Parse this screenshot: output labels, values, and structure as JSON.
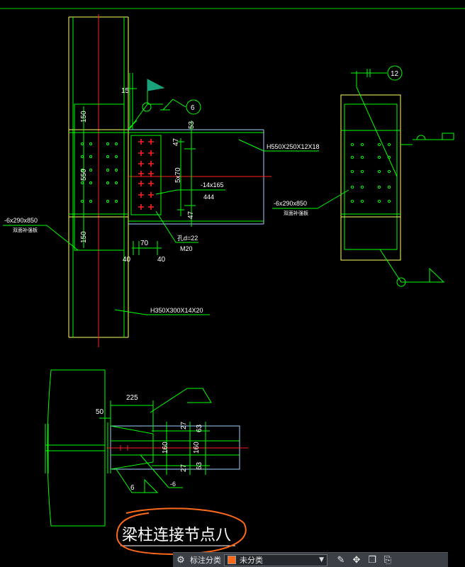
{
  "drawing": {
    "beam_label": "H550X250X12X18",
    "column_label": "H350X300X14X20",
    "plate_left_label": "-6x290x850",
    "plate_left_sub": "双面补强板",
    "plate_right_label": "-6x290x850",
    "plate_right_sub": "双面补强板",
    "shear_plate_label": "-14x165",
    "shear_plate_len": "444",
    "bolt_hole_label": "孔d=22",
    "bolt_label": "M20",
    "section_tag_1": "6",
    "section_tag_2": "12",
    "section_tag_3": "6",
    "plan_plate_label": "-6",
    "dims": {
      "d15": "15",
      "d53": "53",
      "d47a": "47",
      "d47b": "47",
      "d150a": "150",
      "d550": "550",
      "d150b": "150",
      "d5x70": "5x70",
      "d70": "70",
      "d40a": "40",
      "d40b": "40",
      "d225": "225",
      "d50": "50",
      "d27a": "27",
      "d63a": "63",
      "d160a": "160",
      "d160b": "160",
      "d27b": "27",
      "d63b": "63"
    },
    "title_note": "梁柱连接节点八",
    "colors": {
      "green": "#00ff00",
      "yellow": "#ffff66",
      "red": "#ff2020",
      "cyan": "#00c8c8",
      "orange": "#ff6a1a",
      "flag": "#1aa37a",
      "white": "#ffffff"
    }
  },
  "toolbar": {
    "label": "标注分类",
    "selected": "未分类",
    "selected_color": "#ff6a1a",
    "icons": [
      "layers-icon",
      "edit-icon",
      "move-icon",
      "copy-icon",
      "paste-icon"
    ]
  }
}
